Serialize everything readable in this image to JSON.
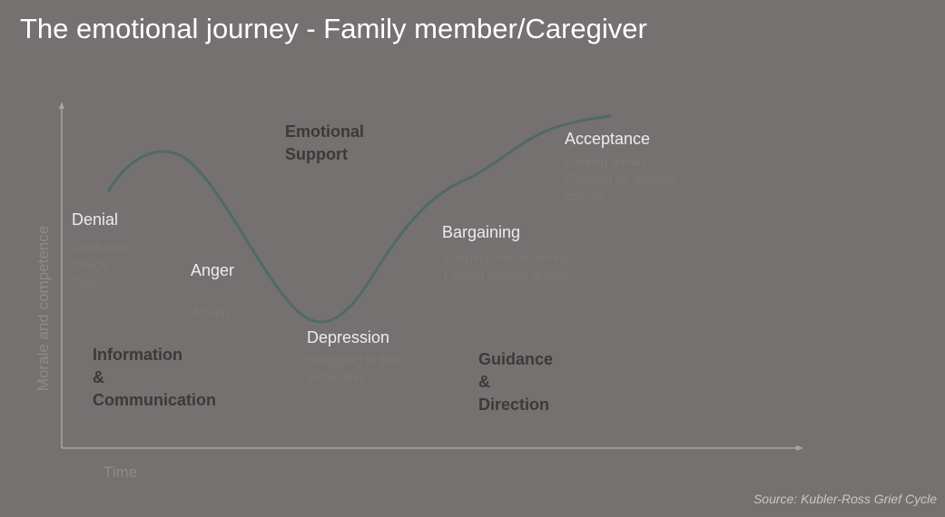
{
  "title": "The emotional journey - Family member/Caregiver",
  "axes": {
    "ylabel": "Morale and competence",
    "xlabel": "Time"
  },
  "stages": [
    {
      "name": "Denial",
      "details": [
        "Confusion",
        "Shock",
        "Fear"
      ]
    },
    {
      "name": "Anger",
      "details": [
        "Anxiety"
      ]
    },
    {
      "name": "Depression",
      "details": [
        "Struggling to find",
        "motivation"
      ]
    },
    {
      "name": "Bargaining",
      "details": [
        "Keeping oneself strong",
        "Finding support groups"
      ]
    },
    {
      "name": "Acceptance",
      "details": [
        "Looking ahead",
        "Planning for different",
        "options"
      ]
    }
  ],
  "support_labels": {
    "info": [
      "Information",
      "&",
      "Communication"
    ],
    "emotional": [
      "Emotional",
      "Support"
    ],
    "guidance": [
      "Guidance",
      "&",
      "Direction"
    ]
  },
  "source": "Source: Kubler-Ross Grief Cycle",
  "colors": {
    "background": "#757170",
    "curve": "#4f6a68",
    "axis": "#a9a5a4"
  }
}
